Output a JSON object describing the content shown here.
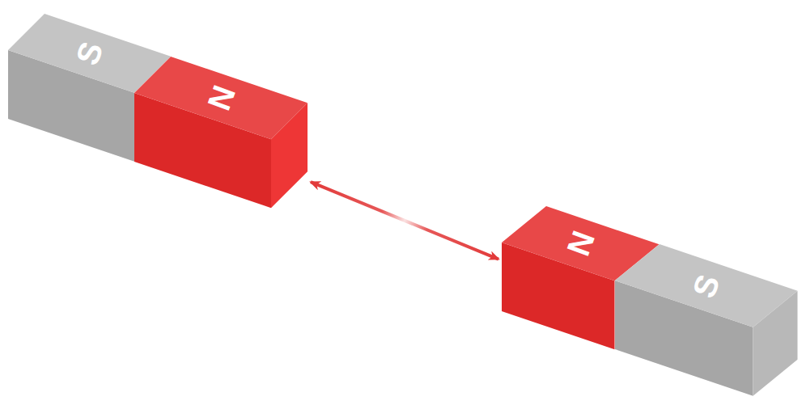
{
  "diagram": {
    "nodes": [
      {
        "text": [
          "S"
        ]
      },
      {
        "text": [
          "N"
        ]
      },
      {
        "text": [
          "N"
        ]
      },
      {
        "text": [
          "S"
        ]
      }
    ],
    "edges": [
      {
        "from": 1,
        "to": 2,
        "arrow": "both"
      }
    ]
  }
}
